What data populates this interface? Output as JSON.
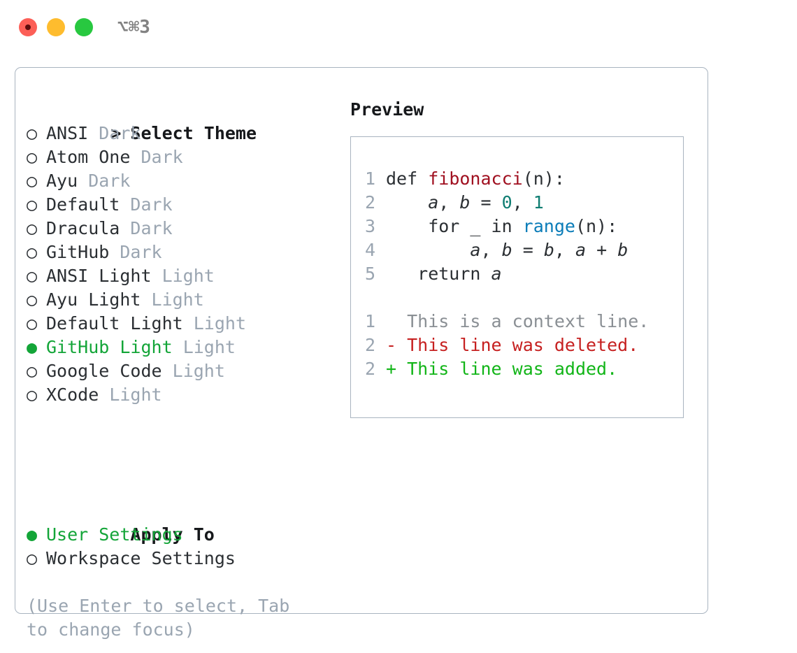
{
  "window": {
    "shortcut": "⌥⌘3",
    "traffic_lights": [
      {
        "name": "close-button",
        "color": "#fc5f57"
      },
      {
        "name": "minimize-button",
        "color": "#febc2e"
      },
      {
        "name": "maximize-button",
        "color": "#28c840"
      }
    ]
  },
  "theme_picker": {
    "caret": ">",
    "heading": "Select Theme",
    "bullet_unselected": "○",
    "bullet_selected": "●",
    "items": [
      {
        "label": "ANSI",
        "tag": "Dark",
        "selected": false
      },
      {
        "label": "Atom One",
        "tag": "Dark",
        "selected": false
      },
      {
        "label": "Ayu",
        "tag": "Dark",
        "selected": false
      },
      {
        "label": "Default",
        "tag": "Dark",
        "selected": false
      },
      {
        "label": "Dracula",
        "tag": "Dark",
        "selected": false
      },
      {
        "label": "GitHub",
        "tag": "Dark",
        "selected": false
      },
      {
        "label": "ANSI Light",
        "tag": "Light",
        "selected": false
      },
      {
        "label": "Ayu Light",
        "tag": "Light",
        "selected": false
      },
      {
        "label": "Default Light",
        "tag": "Light",
        "selected": false
      },
      {
        "label": "GitHub Light",
        "tag": "Light",
        "selected": true
      },
      {
        "label": "Google Code",
        "tag": "Light",
        "selected": false
      },
      {
        "label": "XCode",
        "tag": "Light",
        "selected": false
      }
    ]
  },
  "apply_to": {
    "heading": "Apply To",
    "items": [
      {
        "label": "User Settings",
        "selected": true
      },
      {
        "label": "Workspace Settings",
        "selected": false
      }
    ]
  },
  "hint": "(Use Enter to select, Tab to change focus)",
  "preview": {
    "title": "Preview",
    "code_lines": [
      {
        "number": "1",
        "tokens": [
          {
            "text": "def ",
            "kind": "kw"
          },
          {
            "text": "fibonacci",
            "kind": "fn"
          },
          {
            "text": "(n):",
            "kind": "punct"
          }
        ]
      },
      {
        "number": "2",
        "tokens": [
          {
            "text": "    ",
            "kind": "punct"
          },
          {
            "text": "a",
            "kind": "var"
          },
          {
            "text": ", ",
            "kind": "punct"
          },
          {
            "text": "b",
            "kind": "var"
          },
          {
            "text": " = ",
            "kind": "punct"
          },
          {
            "text": "0",
            "kind": "num"
          },
          {
            "text": ", ",
            "kind": "punct"
          },
          {
            "text": "1",
            "kind": "num"
          }
        ]
      },
      {
        "number": "3",
        "tokens": [
          {
            "text": "    for _ in ",
            "kind": "kw"
          },
          {
            "text": "range",
            "kind": "call"
          },
          {
            "text": "(n):",
            "kind": "punct"
          }
        ]
      },
      {
        "number": "4",
        "tokens": [
          {
            "text": "        ",
            "kind": "punct"
          },
          {
            "text": "a",
            "kind": "var"
          },
          {
            "text": ", ",
            "kind": "punct"
          },
          {
            "text": "b",
            "kind": "var"
          },
          {
            "text": " = ",
            "kind": "punct"
          },
          {
            "text": "b",
            "kind": "var"
          },
          {
            "text": ", ",
            "kind": "punct"
          },
          {
            "text": "a",
            "kind": "var"
          },
          {
            "text": " + ",
            "kind": "punct"
          },
          {
            "text": "b",
            "kind": "var"
          }
        ]
      },
      {
        "number": "5",
        "tokens": [
          {
            "text": "   return ",
            "kind": "kw"
          },
          {
            "text": "a",
            "kind": "var"
          }
        ]
      }
    ],
    "diff_lines": [
      {
        "number": "1",
        "marker": " ",
        "text": "This is a context line.",
        "kind": "context"
      },
      {
        "number": "2",
        "marker": "-",
        "text": "This line was deleted.",
        "kind": "deleted"
      },
      {
        "number": "2",
        "marker": "+",
        "text": "This line was added.",
        "kind": "added"
      }
    ]
  },
  "colors": {
    "accent_green": "#13a538",
    "muted": "#9aa5b1",
    "text": "#2b2f33",
    "border": "#a9b4c0",
    "func_red": "#a01020",
    "call_blue": "#0a7cb8",
    "number_teal": "#0f7d72",
    "diff_delete": "#c62020",
    "diff_add": "#12b518"
  }
}
